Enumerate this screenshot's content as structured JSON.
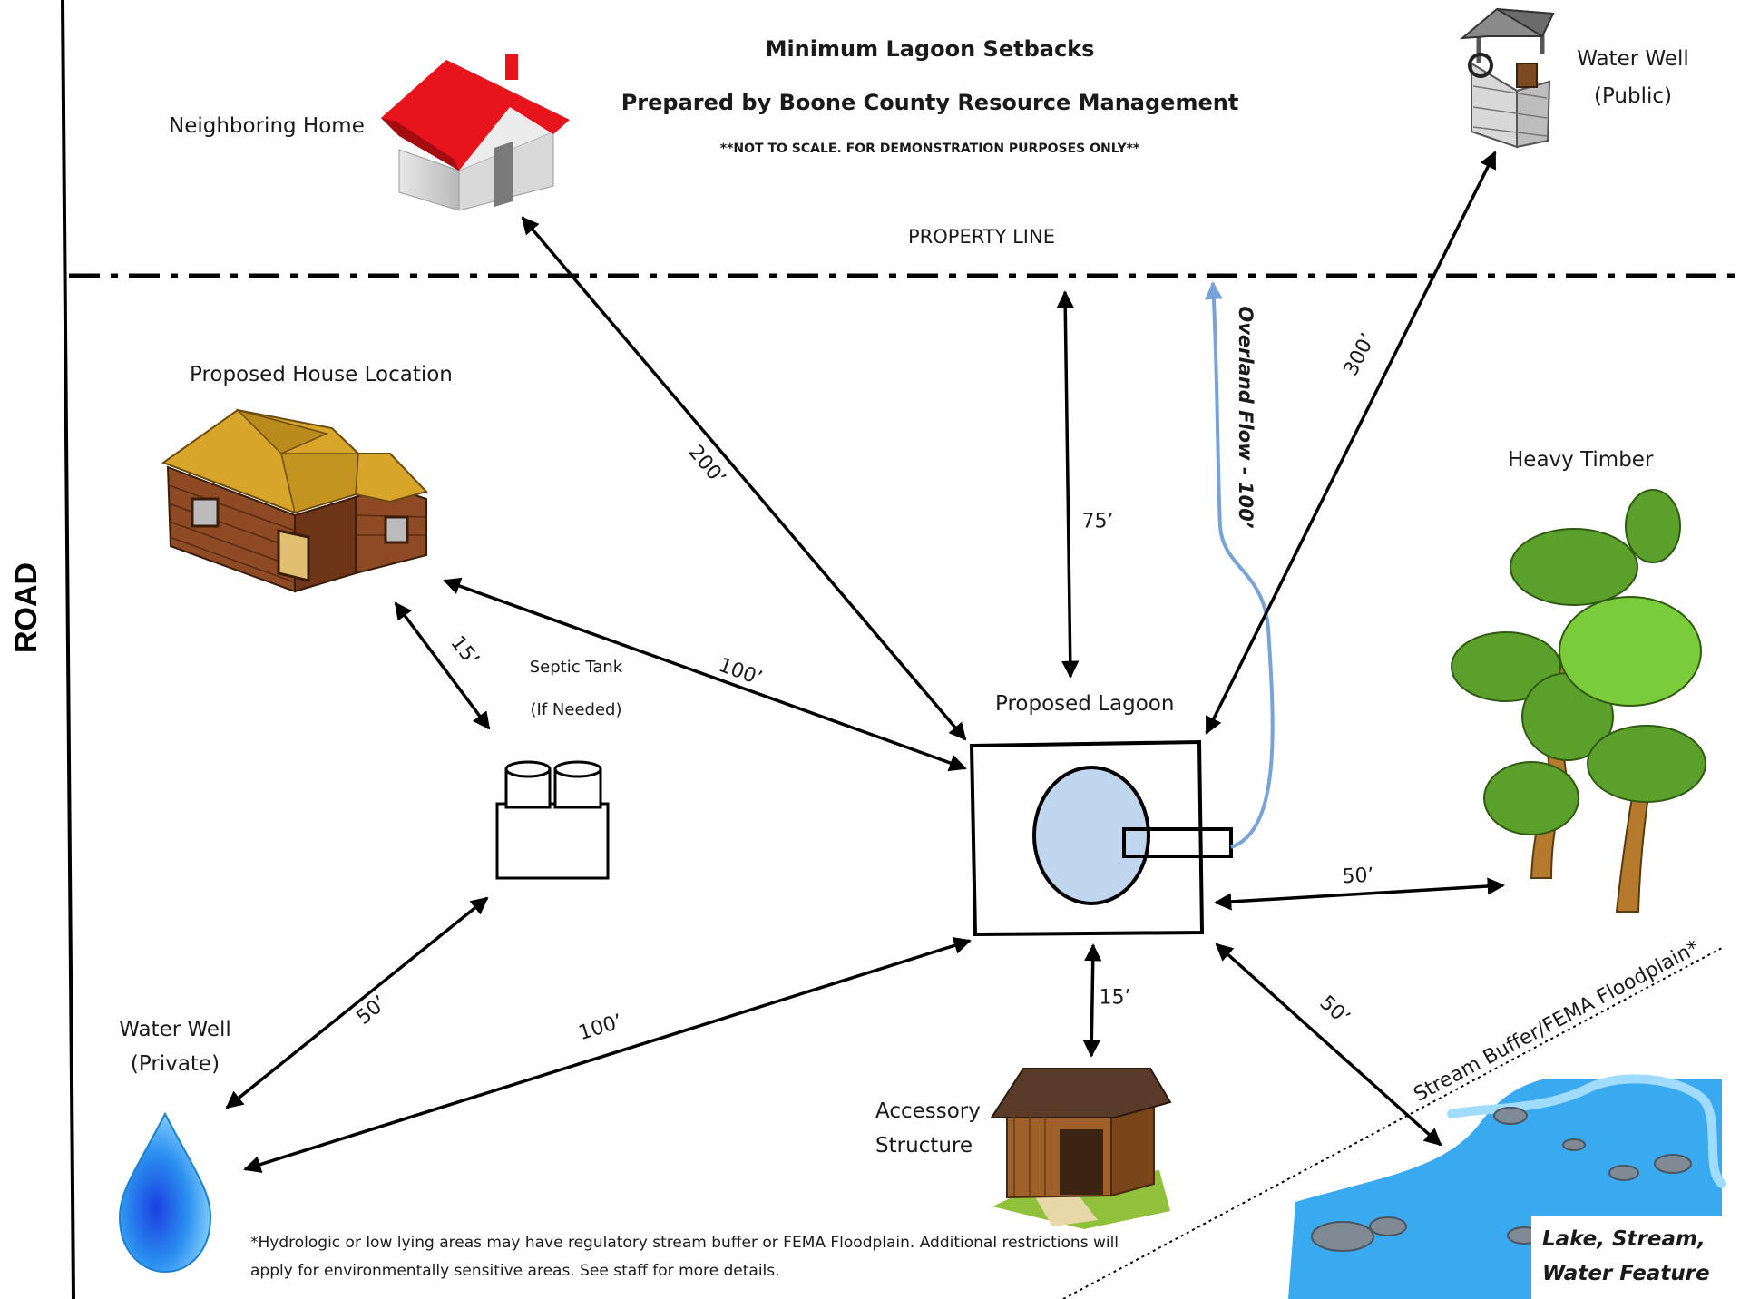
{
  "title": "Minimum Lagoon Setbacks",
  "subtitle": "Prepared by Boone County Resource Management",
  "disclaimer": "**NOT TO SCALE. FOR DEMONSTRATION PURPOSES ONLY**",
  "road_label": "ROAD",
  "property_line_label": "PROPERTY LINE",
  "labels": {
    "neighboring_home": "Neighboring Home",
    "water_well_public_line1": "Water Well",
    "water_well_public_line2": "(Public)",
    "proposed_house": "Proposed House Location",
    "heavy_timber": "Heavy Timber",
    "septic_tank_line1": "Septic Tank",
    "septic_tank_line2": "(If Needed)",
    "proposed_lagoon": "Proposed Lagoon",
    "water_well_private_line1": "Water Well",
    "water_well_private_line2": "(Private)",
    "accessory_line1": "Accessory",
    "accessory_line2": "Structure",
    "lake_line1": "Lake, Stream,",
    "lake_line2": "Water Feature",
    "stream_buffer": "Stream Buffer/FEMA Floodplain*",
    "overland_flow": "Overland Flow - 100’"
  },
  "distances": {
    "neighboring_home": "200’",
    "property_line": "75’",
    "public_well": "300’",
    "proposed_house": "100’",
    "house_to_septic": "15’",
    "septic_to_private_well": "50’",
    "private_well": "100’",
    "accessory_structure": "15’",
    "heavy_timber": "50’",
    "water_feature": "50’"
  },
  "footnote_line1": "*Hydrologic or low lying areas may have regulatory stream buffer or FEMA Floodplain. Additional restrictions will",
  "footnote_line2": "apply for environmentally sensitive areas. See staff for more details.",
  "colors": {
    "roof_red": "#e8141c",
    "lagoon_fill": "#c0d6ee",
    "flow_blue": "#77a4d8",
    "water_blue": "#3aaaf0",
    "tree_green": "#5aa02a",
    "trunk_brown": "#b57a2c"
  }
}
